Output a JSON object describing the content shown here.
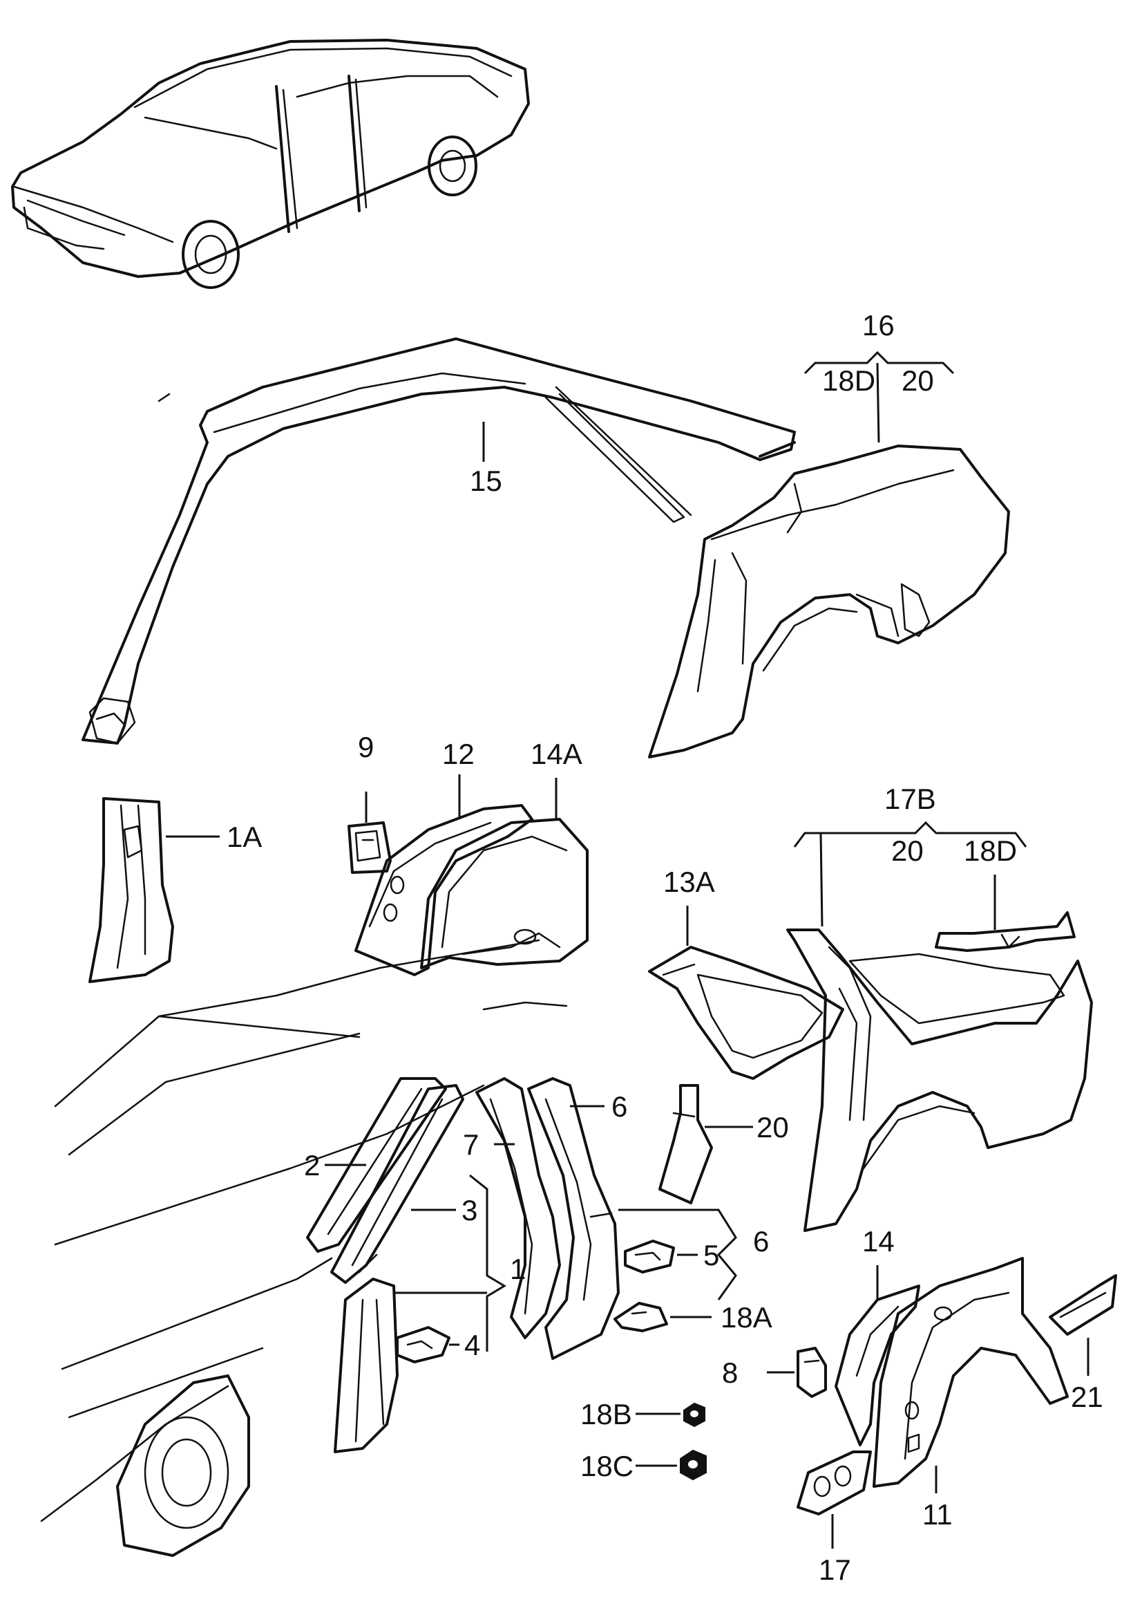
{
  "callouts": {
    "c16": "16",
    "c18d_top": "18D",
    "c20_top": "20",
    "c15": "15",
    "c9": "9",
    "c12": "12",
    "c14a": "14A",
    "c1a": "1A",
    "c17b": "17B",
    "c20_mid": "20",
    "c18d_mid": "18D",
    "c13a": "13A",
    "c6_top": "6",
    "c7": "7",
    "c2": "2",
    "c3": "3",
    "c20_pillar": "20",
    "c1": "1",
    "c5": "5",
    "c6_right": "6",
    "c4": "4",
    "c14": "14",
    "c18a": "18A",
    "c8": "8",
    "c21": "21",
    "c18b": "18B",
    "c18c": "18C",
    "c11": "11",
    "c17": "17"
  }
}
